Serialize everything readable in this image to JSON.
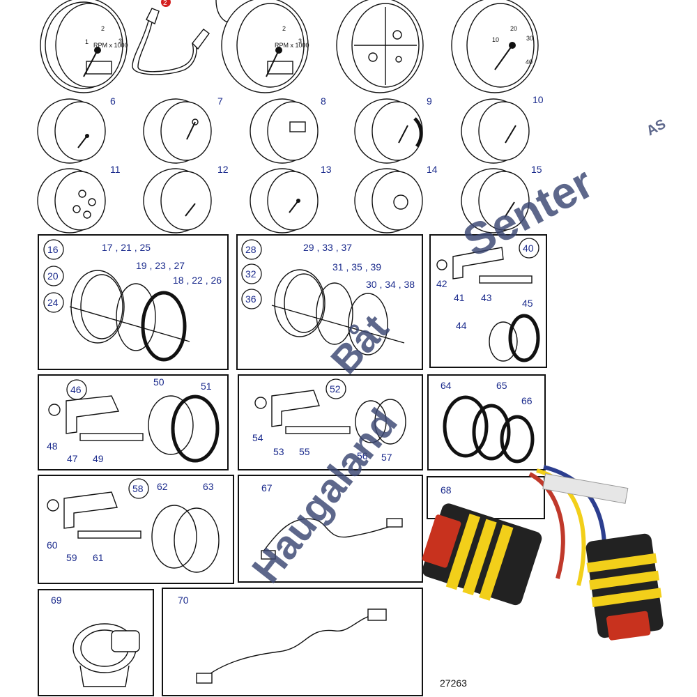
{
  "diagram_number": "27263",
  "callout_marker": "2",
  "parts": {
    "p6": "6",
    "p7": "7",
    "p8": "8",
    "p9": "9",
    "p10": "10",
    "p11": "11",
    "p12": "12",
    "p13": "13",
    "p14": "14",
    "p15": "15",
    "p16": "16",
    "p20": "20",
    "p24": "24",
    "p17_21_25": "17 , 21 , 25",
    "p19_23_27": "19 , 23 , 27",
    "p18_22_26": "18 , 22 , 26",
    "p28": "28",
    "p32": "32",
    "p36": "36",
    "p29_33_37": "29 , 33 , 37",
    "p31_35_39": "31 , 35 , 39",
    "p30_34_38": "30 , 34 , 38",
    "p40": "40",
    "p41": "41",
    "p42": "42",
    "p43": "43",
    "p44": "44",
    "p45": "45",
    "p46": "46",
    "p47": "47",
    "p48": "48",
    "p49": "49",
    "p50": "50",
    "p51": "51",
    "p52": "52",
    "p53": "53",
    "p54": "54",
    "p55": "55",
    "p56": "56",
    "p57": "57",
    "p58": "58",
    "p59": "59",
    "p60": "60",
    "p61": "61",
    "p62": "62",
    "p63": "63",
    "p64": "64",
    "p65": "65",
    "p66": "66",
    "p67": "67",
    "p68": "68",
    "p69": "69",
    "p70": "70"
  },
  "gauge_text": {
    "rpm_label": "RPM x 1000",
    "tick_1": "1",
    "tick_2": "2",
    "tick_3": "3",
    "speed_10": "10",
    "speed_20": "20",
    "speed_30": "30",
    "speed_40": "40"
  },
  "watermark": {
    "line_1": "Haugaland",
    "line_2": "Båt",
    "line_3": "Senter",
    "suffix": "AS"
  },
  "colors": {
    "label_blue": "#1a2a8c",
    "watermark_gray": "#3a4672",
    "watermark_orange": "#e8702a",
    "callout_red": "#d42020",
    "connector_yellow": "#f2cf1a",
    "connector_red": "#c8321e",
    "wire_red": "#c0392b",
    "wire_blue": "#2c3e8f"
  }
}
